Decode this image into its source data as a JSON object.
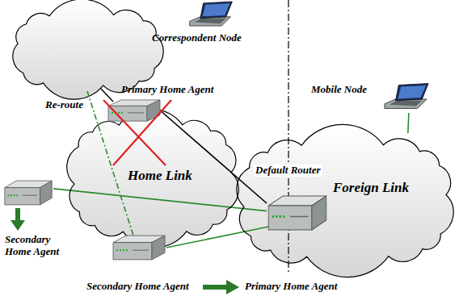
{
  "diagram": {
    "nodes": [
      {
        "text": [
          "Correspondent Node"
        ]
      },
      {
        "text": [
          "Primary Home Agent"
        ]
      },
      {
        "text": [
          "Mobile Node"
        ]
      },
      {
        "text": [
          "Default Router"
        ]
      },
      {
        "text": [
          "Home Link"
        ]
      },
      {
        "text": [
          "Foreign Link"
        ]
      },
      {
        "text": [
          "Secondary Home Agent"
        ]
      },
      {
        "text": [
          "Secondary Home Agent"
        ]
      }
    ],
    "edges": [
      {
        "from": 1,
        "to": 3,
        "arrow": "none"
      },
      {
        "from": 6,
        "to": 3,
        "arrow": "none"
      },
      {
        "from": 7,
        "to": 3,
        "arrow": "none"
      },
      {
        "from": 2,
        "to": 5,
        "arrow": "none"
      }
    ],
    "labels": [
      "Re-route",
      "Primary Home Agent"
    ]
  }
}
